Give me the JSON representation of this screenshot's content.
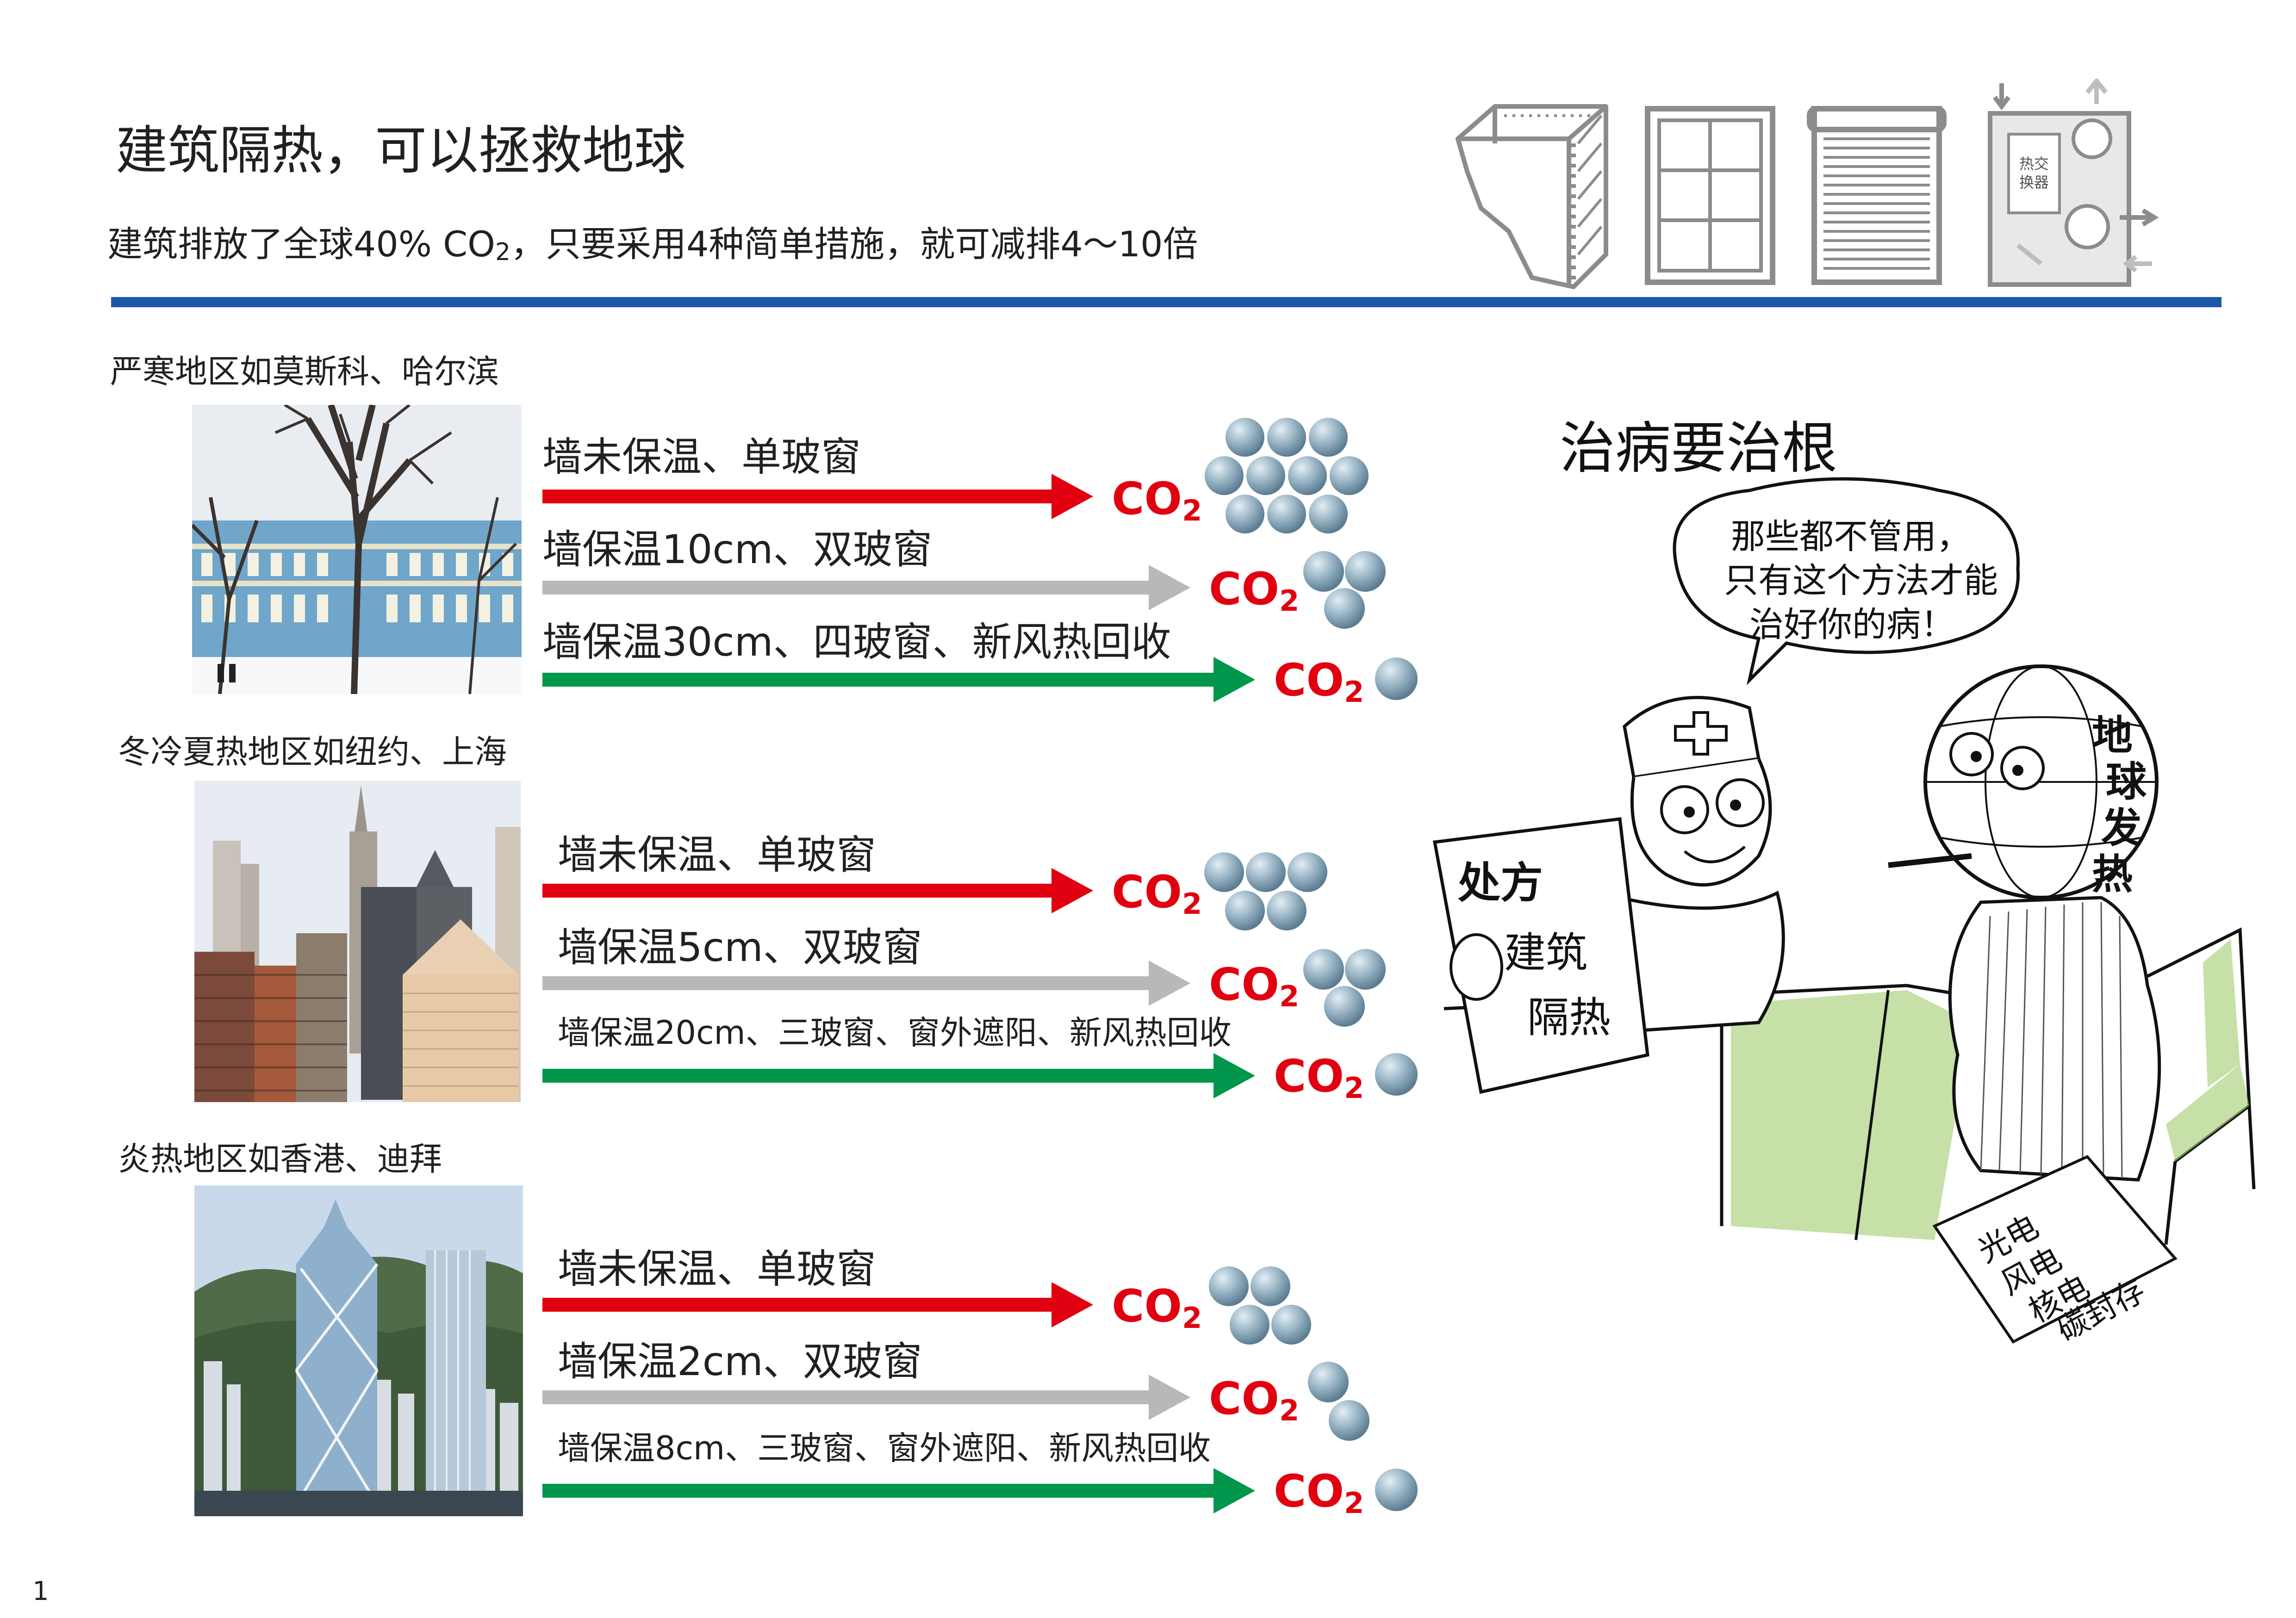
{
  "header": {
    "title": "建筑隔热，可以拯救地球",
    "subtitle_before": "建筑排放了全球40% CO",
    "subtitle_sub": "2",
    "subtitle_after": "，只要采用4种简单措施，就可减排4～10倍"
  },
  "heat_exchanger_label": [
    "热交",
    "换器"
  ],
  "co2": {
    "main": "CO",
    "sub": "2"
  },
  "colors": {
    "rule": "#1d57a8",
    "red": "#e1000f",
    "gray": "#b8b8b8",
    "green": "#00964b"
  },
  "regions": [
    {
      "label": "严寒地区如莫斯科、哈尔滨",
      "rows": [
        {
          "text": "墙未保温、单玻窗",
          "ball_count": 10
        },
        {
          "text": "墙保温10cm、双玻窗",
          "ball_count": 3
        },
        {
          "text": "墙保温30cm、四玻窗、新风热回收",
          "ball_count": 1
        }
      ]
    },
    {
      "label": "冬冷夏热地区如纽约、上海",
      "rows": [
        {
          "text": "墙未保温、单玻窗",
          "ball_count": 5
        },
        {
          "text": "墙保温5cm、双玻窗",
          "ball_count": 3
        },
        {
          "text": "墙保温20cm、三玻窗、窗外遮阳、新风热回收",
          "ball_count": 1
        }
      ]
    },
    {
      "label": "炎热地区如香港、迪拜",
      "rows": [
        {
          "text": "墙未保温、单玻窗",
          "ball_count": 4
        },
        {
          "text": "墙保温2cm、双玻窗",
          "ball_count": 2
        },
        {
          "text": "墙保温8cm、三玻窗、窗外遮阳、新风热回收",
          "ball_count": 1
        }
      ]
    }
  ],
  "cartoon": {
    "heading": "治病要治根",
    "speech": [
      "那些都不管用，",
      "只有这个方法才能",
      "治好你的病！"
    ],
    "prescription_title": "处方",
    "prescription_body": [
      "建筑",
      "隔热"
    ],
    "earth_text": [
      "地",
      "球",
      "发",
      "热"
    ],
    "paper_text": [
      "光电",
      "风电",
      "核电",
      "碳封存"
    ]
  },
  "page_number": "1"
}
